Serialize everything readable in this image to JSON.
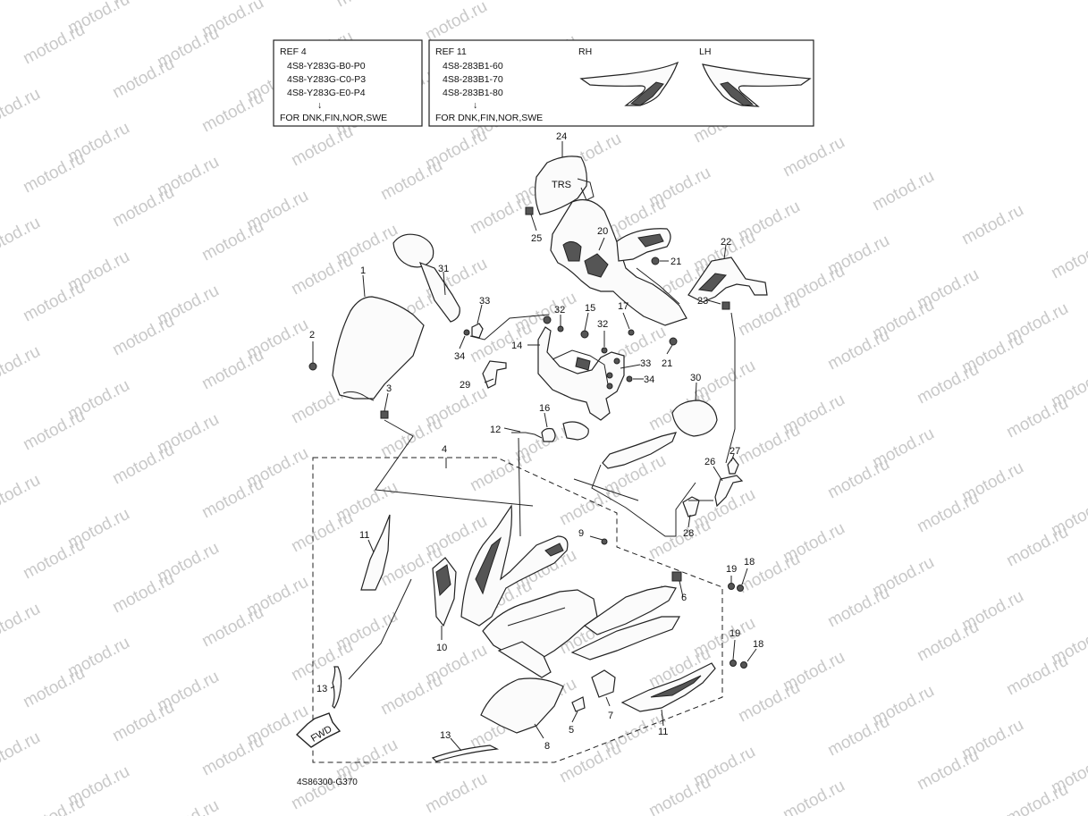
{
  "watermark": "motod.ru",
  "ref_box_left": {
    "title": "REF 4",
    "codes": [
      "4S8-Y283G-B0-P0",
      "4S8-Y283G-C0-P3",
      "4S8-Y283G-E0-P4"
    ],
    "arrow": "↓",
    "note": "FOR DNK,FIN,NOR,SWE"
  },
  "ref_box_right": {
    "title": "REF 11",
    "codes": [
      "4S8-283B1-60",
      "4S8-283B1-70",
      "4S8-283B1-80"
    ],
    "arrow": "↓",
    "note": "FOR DNK,FIN,NOR,SWE",
    "rh_label": "RH",
    "lh_label": "LH"
  },
  "fwd_label": "FWD",
  "diagram_code": "4S86300-G370",
  "callouts": {
    "c1": "1",
    "c2": "2",
    "c3": "3",
    "c4": "4",
    "c5": "5",
    "c6": "6",
    "c7": "7",
    "c8": "8",
    "c9": "9",
    "c10": "10",
    "c11a": "11",
    "c11b": "11",
    "c12": "12",
    "c13a": "13",
    "c13b": "13",
    "c14": "14",
    "c15": "15",
    "c16": "16",
    "c17": "17",
    "c18a": "18",
    "c18b": "18",
    "c19a": "19",
    "c19b": "19",
    "c20": "20",
    "c21a": "21",
    "c21b": "21",
    "c22": "22",
    "c23": "23",
    "c24": "24",
    "c25": "25",
    "c26": "26",
    "c27": "27",
    "c28": "28",
    "c29": "29",
    "c30": "30",
    "c31": "31",
    "c32a": "32",
    "c32b": "32",
    "c33a": "33",
    "c33b": "33",
    "c34a": "34",
    "c34b": "34"
  }
}
